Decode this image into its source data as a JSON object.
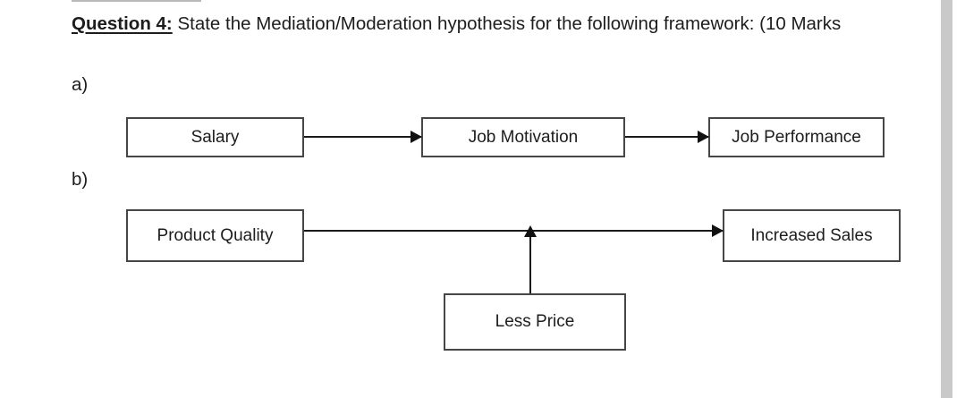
{
  "question": {
    "label": "Question 4:",
    "body": "State the Mediation/Moderation hypothesis for the following framework:",
    "marks": "(10 Marks"
  },
  "parts": [
    {
      "label": "a)"
    },
    {
      "label": "b)"
    }
  ],
  "diagram_a": {
    "nodes": [
      {
        "id": "salary",
        "label": "Salary"
      },
      {
        "id": "job-motivation",
        "label": "Job Motivation"
      },
      {
        "id": "job-performance",
        "label": "Job Performance"
      }
    ],
    "connectors": [
      {
        "from": "salary",
        "to": "job-motivation",
        "direction": "right"
      },
      {
        "from": "job-motivation",
        "to": "job-performance",
        "direction": "right"
      }
    ]
  },
  "diagram_b": {
    "nodes": [
      {
        "id": "product-quality",
        "label": "Product Quality"
      },
      {
        "id": "increased-sales",
        "label": "Increased Sales"
      },
      {
        "id": "less-price",
        "label": "Less Price"
      }
    ],
    "connectors": [
      {
        "from": "product-quality",
        "to": "increased-sales",
        "direction": "right"
      },
      {
        "from": "less-price",
        "to": "product-quality-increased-sales-path",
        "direction": "up"
      }
    ]
  },
  "colors": {
    "text": "#1d1d1d",
    "box_border": "#464646",
    "connector": "#1a1a1a",
    "scrollbar": "#c9c9c9",
    "page_background": "#ffffff"
  }
}
